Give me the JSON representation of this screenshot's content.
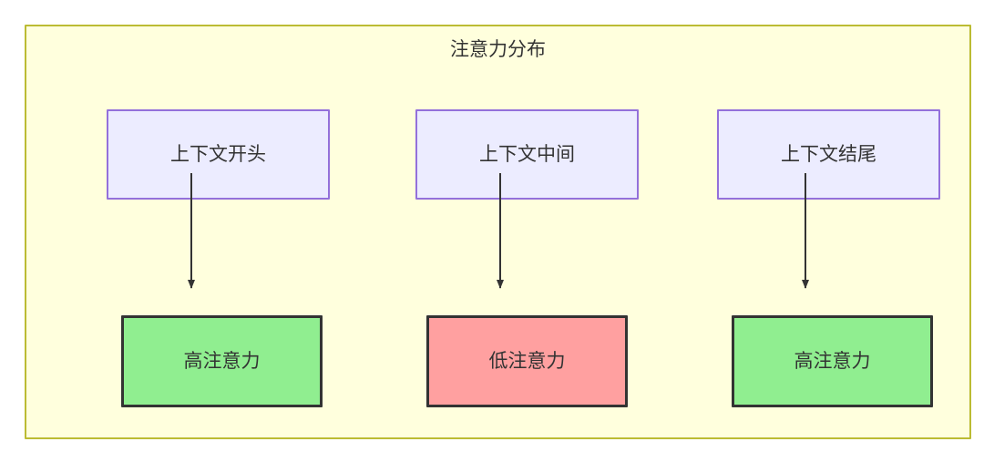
{
  "diagram": {
    "title": "注意力分布",
    "background_color": "#ffffdd",
    "border_color": "#bbbb33",
    "context_nodes": [
      {
        "id": "ctx-start",
        "label": "上下文开头",
        "fill": "#ececff",
        "stroke": "#9370db"
      },
      {
        "id": "ctx-middle",
        "label": "上下文中间",
        "fill": "#ececff",
        "stroke": "#9370db"
      },
      {
        "id": "ctx-end",
        "label": "上下文结尾",
        "fill": "#ececff",
        "stroke": "#9370db"
      }
    ],
    "attention_nodes": [
      {
        "id": "attn-high-start",
        "label": "高注意力",
        "fill": "#90ee90",
        "stroke": "#333333"
      },
      {
        "id": "attn-low-middle",
        "label": "低注意力",
        "fill": "#ffa0a0",
        "stroke": "#333333"
      },
      {
        "id": "attn-high-end",
        "label": "高注意力",
        "fill": "#90ee90",
        "stroke": "#333333"
      }
    ],
    "edges": [
      {
        "from": "ctx-start",
        "to": "attn-high-start",
        "label": ""
      },
      {
        "from": "ctx-middle",
        "to": "attn-low-middle",
        "label": ""
      },
      {
        "from": "ctx-end",
        "to": "attn-high-end",
        "label": ""
      }
    ]
  }
}
